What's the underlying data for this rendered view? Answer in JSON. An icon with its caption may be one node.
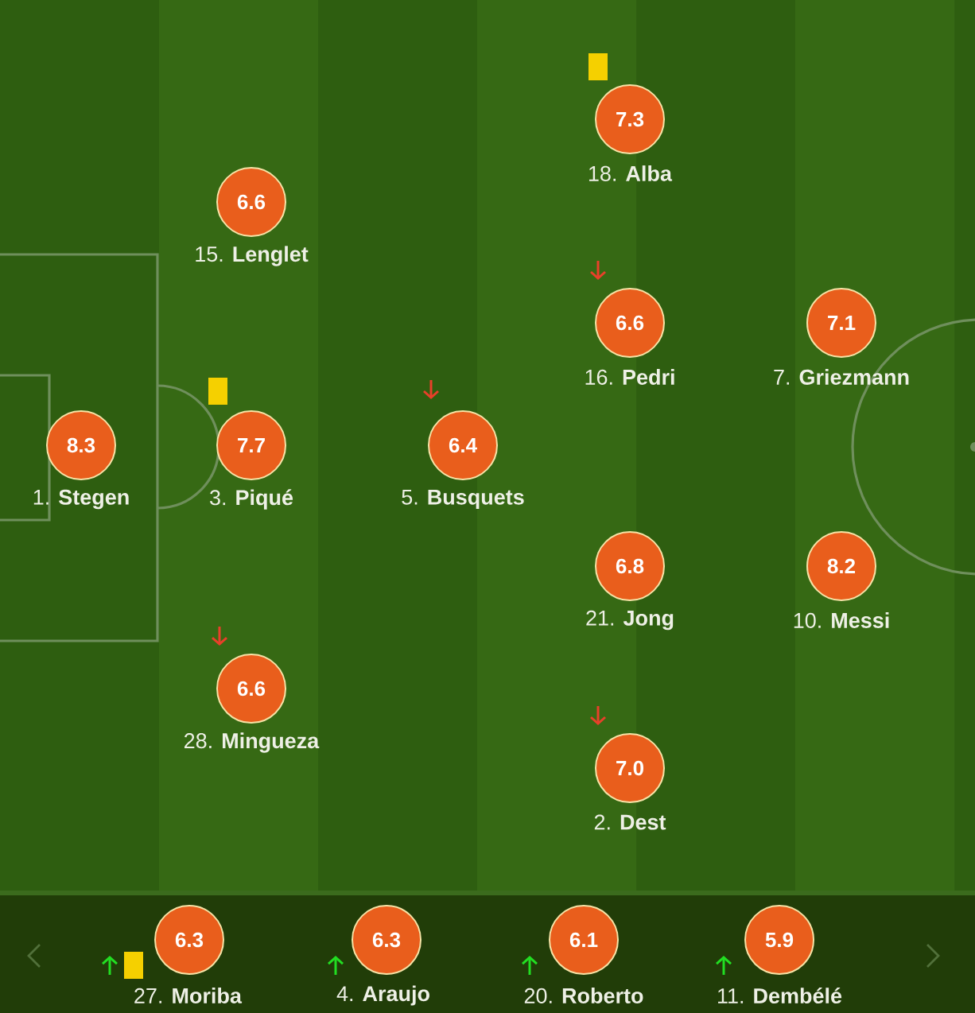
{
  "diagram": {
    "nodes": [
      {
        "text": [
          "7.3"
        ],
        "beside": [
          "18. **Alba**"
        ]
      },
      {
        "text": [
          "6.6"
        ],
        "beside": [
          "15. **Lenglet**"
        ]
      },
      {
        "text": [
          "6.6"
        ],
        "beside": [
          "16. **Pedri**"
        ]
      },
      {
        "text": [
          "7.1"
        ],
        "beside": [
          "7. **Griezmann**"
        ]
      },
      {
        "text": [
          "8.3"
        ],
        "beside": [
          "1. **Stegen**"
        ]
      },
      {
        "text": [
          "7.7"
        ],
        "beside": [
          "3. **Piqué**"
        ]
      },
      {
        "text": [
          "6.4"
        ],
        "beside": [
          "5. **Busquets**"
        ]
      },
      {
        "text": [
          "6.8"
        ],
        "beside": [
          "21. **Jong**"
        ]
      },
      {
        "text": [
          "8.2"
        ],
        "beside": [
          "10. **Messi**"
        ]
      },
      {
        "text": [
          "6.6"
        ],
        "beside": [
          "28. **Mingueza**"
        ]
      },
      {
        "text": [
          "7.0"
        ],
        "beside": [
          "2. **Dest**"
        ]
      },
      {
        "text": [
          "6.3"
        ],
        "beside": [
          "27. **Moriba**"
        ]
      },
      {
        "text": [
          "6.3"
        ],
        "beside": [
          "4. **Araujo**"
        ]
      },
      {
        "text": [
          "6.1"
        ],
        "beside": [
          "20. **Roberto**"
        ]
      },
      {
        "text": [
          "5.9"
        ],
        "beside": [
          "11. **Dembélé**"
        ]
      }
    ]
  }
}
